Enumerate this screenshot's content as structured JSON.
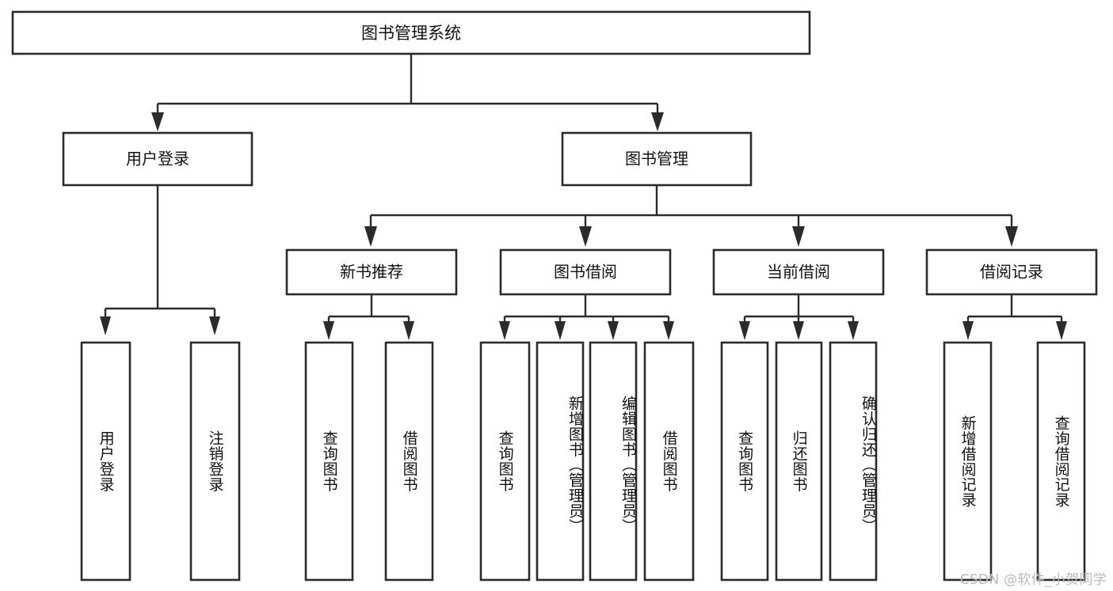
{
  "diagram": {
    "title": "图书管理系统",
    "type": "hierarchy-tree",
    "level1": {
      "id": "root",
      "label": "图书管理系统"
    },
    "level2": [
      {
        "id": "user-login",
        "label": "用户登录"
      },
      {
        "id": "book-manage",
        "label": "图书管理"
      }
    ],
    "level3": [
      {
        "id": "new-book-recommend",
        "label": "新书推荐",
        "parent": "book-manage"
      },
      {
        "id": "book-borrow",
        "label": "图书借阅",
        "parent": "book-manage"
      },
      {
        "id": "current-borrow",
        "label": "当前借阅",
        "parent": "book-manage"
      },
      {
        "id": "borrow-record",
        "label": "借阅记录",
        "parent": "book-manage"
      }
    ],
    "leaves": [
      {
        "id": "leaf-user-login",
        "label": "用户登录",
        "parent": "user-login"
      },
      {
        "id": "leaf-user-logout",
        "label": "注销登录",
        "parent": "user-login"
      },
      {
        "id": "leaf-query-book-1",
        "label": "查询图书",
        "parent": "new-book-recommend"
      },
      {
        "id": "leaf-borrow-book-1",
        "label": "借阅图书",
        "parent": "new-book-recommend"
      },
      {
        "id": "leaf-query-book-2",
        "label": "查询图书",
        "parent": "book-borrow"
      },
      {
        "id": "leaf-add-book",
        "label": "新增图书（管理员）",
        "parent": "book-borrow"
      },
      {
        "id": "leaf-edit-book",
        "label": "编辑图书（管理员）",
        "parent": "book-borrow"
      },
      {
        "id": "leaf-borrow-book-2",
        "label": "借阅图书",
        "parent": "book-borrow"
      },
      {
        "id": "leaf-query-book-3",
        "label": "查询图书",
        "parent": "current-borrow"
      },
      {
        "id": "leaf-return-book",
        "label": "归还图书",
        "parent": "current-borrow"
      },
      {
        "id": "leaf-confirm-return",
        "label": "确认归还（管理员）",
        "parent": "current-borrow"
      },
      {
        "id": "leaf-add-record",
        "label": "新增借阅记录",
        "parent": "borrow-record"
      },
      {
        "id": "leaf-query-record",
        "label": "查询借阅记录",
        "parent": "borrow-record"
      }
    ],
    "colors": {
      "stroke": "#2b2b2b",
      "fill": "#ffffff",
      "text": "#111111",
      "watermark": "#b9b9b9",
      "background": "#ffffff"
    }
  },
  "watermark": {
    "text": "CSDN @软件_小贺同学"
  }
}
